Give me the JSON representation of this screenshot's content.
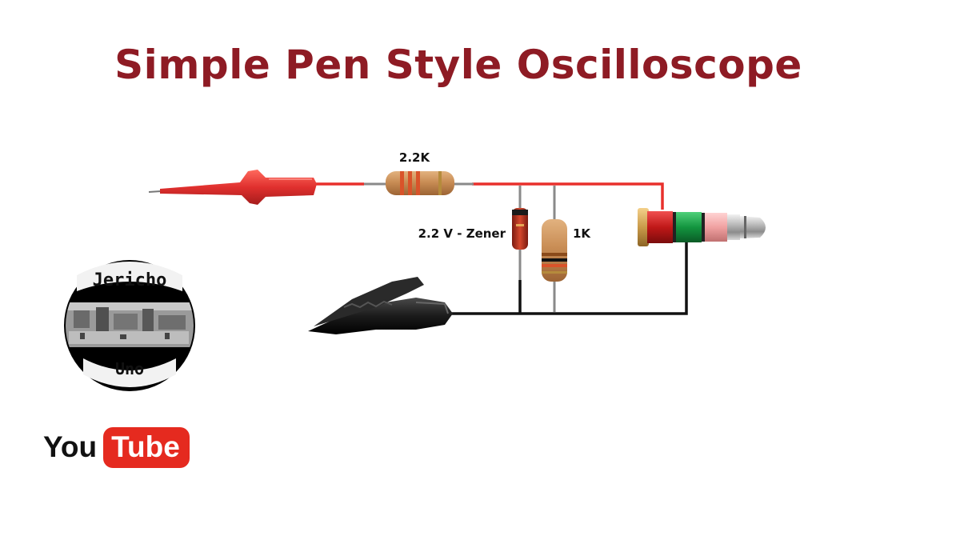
{
  "title": "Simple Pen Style Oscilloscope",
  "labels": {
    "resistor_series": "2.2K",
    "zener": "2.2 V - Zener",
    "resistor_shunt": "1K"
  },
  "logo": {
    "top_text": "Jericho",
    "bottom_text": "Uno"
  },
  "youtube": {
    "you": "You",
    "tube": "Tube"
  },
  "colors": {
    "title": "#8e1b24",
    "wire_signal": "#e8302c",
    "wire_ground": "#111111",
    "probe": "#e0302e",
    "resistor_body": "#c98d55",
    "youtube_red": "#e52a1f"
  },
  "icons": [
    "probe-icon",
    "alligator-clip-icon",
    "audio-jack-icon",
    "zener-diode-icon",
    "resistor-icon"
  ]
}
